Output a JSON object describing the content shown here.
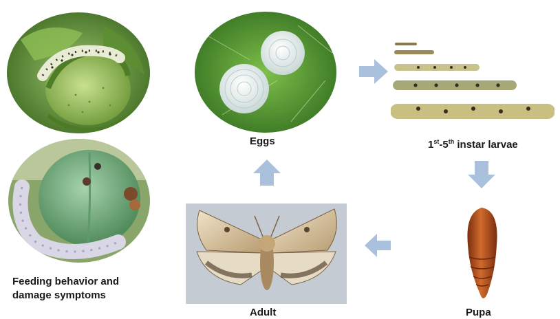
{
  "stages": {
    "eggs": "Eggs",
    "larvae_base": "1",
    "larvae_sup1": "st",
    "larvae_dash": "-5",
    "larvae_sup2": "th",
    "larvae_rest": " instar larvae",
    "pupa": "Pupa",
    "adult": "Adult",
    "feeding_line1": "Feeding behavior and",
    "feeding_line2": "damage symptoms"
  },
  "colors": {
    "arrow": "#a9c1dc",
    "leaf_green": "#6e9a3a",
    "boll_green": "#7fae86",
    "pupa_brown": "#a84a1c",
    "moth_tan": "#d8c4a0"
  },
  "icons": [
    "arrow-right-icon",
    "arrow-down-icon",
    "arrow-left-icon",
    "arrow-up-icon"
  ]
}
